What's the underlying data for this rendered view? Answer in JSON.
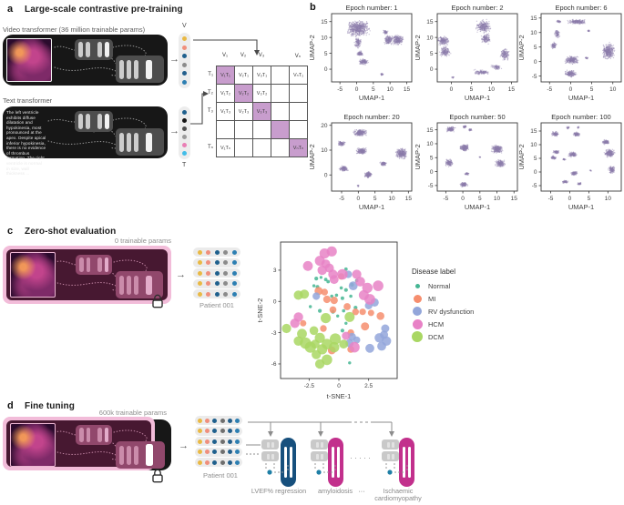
{
  "panels": {
    "a": {
      "tag": "a",
      "title": "Large-scale contrastive pre-training",
      "video_transformer_label": "Video transformer (36 million trainable params)",
      "text_transformer_label": "Text transformer",
      "report_text": "The left ventricle exhibits diffuse dilatation and hypokinesia, most pronounced at the apex. Despite apical inferior hypokinesia, there is no evidence of thrombus formation. The right ventricle is normal in size, wall thickness ...",
      "arrow_glyph": "→",
      "v_axis_label": "V",
      "t_axis_label": "T",
      "v_dots": [
        "#e9b944",
        "#f08f7c",
        "#1f608d",
        "#8b8b8b",
        "#235f8c",
        "#2d7fb2"
      ],
      "t_dots": [
        "#1f608d",
        "#141414",
        "#4f4f4f",
        "#9a9a9a",
        "#e97fb5",
        "#43bde8"
      ],
      "matrix": {
        "highlight": "#c89dcd",
        "col_labels": [
          "V₁",
          "V₂",
          "V₃",
          "",
          "Vₙ"
        ],
        "row_labels": [
          "T₁",
          "T₂",
          "T₃",
          "",
          "Tₙ"
        ],
        "cells": [
          [
            "V₁T₁",
            "V₂T₁",
            "V₃T₁",
            "",
            "VₙT₁"
          ],
          [
            "V₁T₂",
            "V₂T₂",
            "V₃T₂",
            "",
            ""
          ],
          [
            "V₁T₃",
            "V₂T₃",
            "V₃T₃",
            "",
            ""
          ],
          [
            "",
            "",
            "",
            "",
            ""
          ],
          [
            "V₁Tₙ",
            "",
            "",
            "",
            "VₙTₙ"
          ]
        ]
      }
    },
    "b": {
      "tag": "b"
    },
    "c": {
      "tag": "c",
      "title": "Zero-shot evaluation",
      "params_label": "0 trainable params",
      "arrow_glyph": "→",
      "patient_label": "Patient 001",
      "pill_rows": 5,
      "dot_colors": [
        "#e9b944",
        "#f08f7c",
        "#1f608d",
        "#8b8b8b",
        "#2d7fb2"
      ]
    },
    "d": {
      "tag": "d",
      "title": "Fine tuning",
      "params_label": "600k trainable params",
      "arrow_glyph": "→",
      "patient_label": "Patient 001",
      "pill_rows": 5,
      "dot_colors": [
        "#e9b944",
        "#f08f7c",
        "#1f608d",
        "#6e6e6e",
        "#235f8c",
        "#2d7fb2"
      ],
      "heads": [
        {
          "label": "LVEF% regression",
          "color": "#17507d"
        },
        {
          "label": "amyloidosis",
          "color": "#c2308c"
        },
        {
          "label": "Ischaemic cardiomyopathy",
          "color": "#c2308c"
        }
      ],
      "label_separator": "···",
      "dots_separator": "·····"
    }
  },
  "chart_data": [
    {
      "id": "umap1",
      "type": "scatter",
      "title": "Epoch number: 1",
      "xlabel": "UMAP-1",
      "ylabel": "UMAP-2",
      "xlim": [
        -7.5,
        16.5
      ],
      "ylim": [
        -4,
        17.5
      ],
      "xticks": [
        -5,
        0,
        5,
        10,
        15
      ],
      "yticks": [
        0,
        5,
        10,
        15
      ],
      "point_color": "#8b7cab",
      "clusters": [
        [
          0.5,
          12.8,
          3.8,
          2.8,
          650
        ],
        [
          0.3,
          8.5,
          1.2,
          2.0,
          130
        ],
        [
          1.0,
          4.9,
          1.2,
          0.9,
          90
        ],
        [
          2.0,
          2.3,
          1.6,
          1.1,
          150
        ],
        [
          8.7,
          11.7,
          0.9,
          0.8,
          60
        ],
        [
          9.6,
          9.3,
          1.4,
          1.5,
          190
        ],
        [
          12.3,
          9.2,
          1.9,
          1.8,
          280
        ],
        [
          7.6,
          -1.6,
          0.5,
          0.4,
          25
        ]
      ]
    },
    {
      "id": "umap2",
      "type": "scatter",
      "title": "Epoch number: 2",
      "xlabel": "UMAP-1",
      "ylabel": "UMAP-2",
      "xlim": [
        -3.5,
        16.5
      ],
      "ylim": [
        -4,
        17.5
      ],
      "xticks": [
        0,
        5,
        10,
        15
      ],
      "yticks": [
        0,
        5,
        10,
        15
      ],
      "point_color": "#8b7cab",
      "clusters": [
        [
          -2.0,
          9.0,
          1.6,
          1.6,
          210
        ],
        [
          -1.6,
          5.6,
          1.5,
          1.8,
          190
        ],
        [
          8.0,
          13.5,
          2.0,
          2.1,
          300
        ],
        [
          8.6,
          9.6,
          1.3,
          1.8,
          160
        ],
        [
          13.3,
          4.6,
          1.2,
          2.1,
          170
        ],
        [
          7.5,
          -1.0,
          2.4,
          0.9,
          130
        ],
        [
          11.3,
          0.6,
          1.4,
          1.0,
          80
        ],
        [
          0.4,
          -2.6,
          0.4,
          0.3,
          15
        ]
      ]
    },
    {
      "id": "umap3",
      "type": "scatter",
      "title": "Epoch number: 6",
      "xlabel": "UMAP-1",
      "ylabel": "UMAP-2",
      "xlim": [
        -7,
        12
      ],
      "ylim": [
        -7,
        16.5
      ],
      "xticks": [
        -5,
        0,
        5,
        10
      ],
      "yticks": [
        -5,
        0,
        5,
        10,
        15
      ],
      "point_color": "#8b7cab",
      "clusters": [
        [
          1.5,
          13.7,
          2.4,
          0.9,
          230
        ],
        [
          -2.8,
          13.8,
          0.6,
          0.5,
          40
        ],
        [
          -3.2,
          9.5,
          0.7,
          1.6,
          90
        ],
        [
          -4.0,
          5.5,
          0.8,
          1.2,
          80
        ],
        [
          4.3,
          10.6,
          0.4,
          0.4,
          20
        ],
        [
          9.0,
          3.5,
          1.6,
          3.1,
          400
        ],
        [
          0.3,
          0.6,
          1.7,
          1.5,
          280
        ],
        [
          0.0,
          -4.2,
          1.5,
          1.2,
          210
        ],
        [
          3.8,
          1.2,
          0.5,
          0.4,
          25
        ]
      ]
    },
    {
      "id": "umap4",
      "type": "scatter",
      "title": "Epoch number: 20",
      "xlabel": "UMAP-1",
      "ylabel": "UMAP-2",
      "xlim": [
        -8,
        16
      ],
      "ylim": [
        -6.5,
        21
      ],
      "xticks": [
        -5,
        0,
        5,
        10,
        15
      ],
      "yticks": [
        0,
        10,
        20
      ],
      "point_color": "#8b7cab",
      "clusters": [
        [
          0.5,
          17.0,
          2.2,
          1.6,
          280
        ],
        [
          -5.0,
          12.6,
          1.2,
          1.2,
          130
        ],
        [
          1.0,
          9.6,
          1.7,
          1.5,
          230
        ],
        [
          13.0,
          8.6,
          1.9,
          2.3,
          340
        ],
        [
          7.5,
          4.6,
          1.1,
          1.0,
          110
        ],
        [
          -4.5,
          2.6,
          1.4,
          1.3,
          160
        ],
        [
          3.0,
          0.0,
          1.2,
          1.4,
          170
        ],
        [
          0.0,
          -4.4,
          0.3,
          0.6,
          12
        ]
      ]
    },
    {
      "id": "umap5",
      "type": "scatter",
      "title": "Epoch number: 50",
      "xlabel": "UMAP-1",
      "ylabel": "UMAP-2",
      "xlim": [
        -7.5,
        16
      ],
      "ylim": [
        -7,
        17.5
      ],
      "xticks": [
        -5,
        0,
        5,
        10,
        15
      ],
      "yticks": [
        -5,
        0,
        5,
        10,
        15
      ],
      "point_color": "#8b7cab",
      "clusters": [
        [
          -3.6,
          15.2,
          1.5,
          1.1,
          170
        ],
        [
          0.5,
          16.1,
          0.7,
          0.6,
          50
        ],
        [
          2.1,
          15.0,
          0.6,
          0.5,
          40
        ],
        [
          0.5,
          8.6,
          1.5,
          1.4,
          210
        ],
        [
          10.0,
          8.1,
          1.9,
          1.7,
          280
        ],
        [
          11.0,
          2.9,
          1.6,
          1.4,
          190
        ],
        [
          -4.1,
          3.1,
          1.3,
          1.5,
          160
        ],
        [
          1.2,
          -0.8,
          0.7,
          0.6,
          50
        ],
        [
          0.3,
          -4.6,
          1.2,
          1.0,
          130
        ],
        [
          5.0,
          5.2,
          0.3,
          0.3,
          10
        ]
      ]
    },
    {
      "id": "umap6",
      "type": "scatter",
      "title": "Epoch number: 100",
      "xlabel": "UMAP-1",
      "ylabel": "UMAP-2",
      "xlim": [
        -7.5,
        13.5
      ],
      "ylim": [
        -7,
        18
      ],
      "xticks": [
        -5,
        0,
        5,
        10
      ],
      "yticks": [
        -5,
        0,
        5,
        10,
        15
      ],
      "point_color": "#8b7cab",
      "clusters": [
        [
          -0.5,
          16.2,
          0.5,
          0.5,
          30
        ],
        [
          2.2,
          16.3,
          0.4,
          0.4,
          20
        ],
        [
          -3.8,
          13.9,
          1.0,
          0.9,
          120
        ],
        [
          1.8,
          13.8,
          1.0,
          0.9,
          120
        ],
        [
          -3.5,
          7.3,
          0.9,
          0.8,
          90
        ],
        [
          -4.3,
          5.2,
          0.8,
          0.8,
          75
        ],
        [
          0.8,
          6.4,
          1.2,
          1.1,
          160
        ],
        [
          -1.5,
          4.6,
          0.5,
          0.4,
          25
        ],
        [
          9.5,
          10.9,
          1.1,
          0.9,
          120
        ],
        [
          10.5,
          6.9,
          1.5,
          1.6,
          240
        ],
        [
          11.0,
          0.9,
          1.0,
          1.6,
          140
        ],
        [
          1.2,
          -0.5,
          0.9,
          0.8,
          100
        ],
        [
          -1.2,
          -3.6,
          0.8,
          0.7,
          75
        ],
        [
          2.5,
          -4.3,
          0.6,
          0.5,
          45
        ],
        [
          5.5,
          0.5,
          0.3,
          0.3,
          10
        ]
      ]
    },
    {
      "id": "tsne",
      "type": "scatter",
      "title": "",
      "xlabel": "t-SNE-1",
      "ylabel": "t-SNE-2",
      "xlim": [
        -4.9,
        4.9
      ],
      "ylim": [
        -7.4,
        5.7
      ],
      "xticks": [
        -2.5,
        0,
        2.5
      ],
      "yticks": [
        -6,
        -3,
        0,
        3
      ],
      "legend_title": "Disease label",
      "series": [
        {
          "name": "Normal",
          "color": "#45b693",
          "size": 1.9,
          "legend_dot": 5,
          "points": [
            [
              -1.9,
              2.2
            ],
            [
              -1.5,
              2.3
            ],
            [
              -1.1,
              2.1
            ],
            [
              -0.9,
              1.9
            ],
            [
              0.6,
              3.1
            ],
            [
              1.5,
              2.0
            ],
            [
              -2.1,
              1.5
            ],
            [
              -1.8,
              1.4
            ],
            [
              0.2,
              1.3
            ],
            [
              0.6,
              1.1
            ],
            [
              1.1,
              1.6
            ],
            [
              -0.2,
              0.6
            ],
            [
              -0.6,
              0.5
            ],
            [
              0.3,
              0.3
            ],
            [
              1.0,
              0.5
            ],
            [
              -2.4,
              -0.5
            ],
            [
              -1.6,
              -0.9
            ],
            [
              -0.5,
              -1.0
            ],
            [
              0.4,
              -0.9
            ],
            [
              -0.1,
              -1.4
            ],
            [
              0.6,
              -2.1
            ],
            [
              0.3,
              -2.8
            ],
            [
              0.9,
              -5.9
            ],
            [
              1.4,
              -0.6
            ]
          ]
        },
        {
          "name": "MI",
          "color": "#f68e6e",
          "size": 4,
          "legend_dot": 9,
          "points": [
            [
              0.2,
              2.4
            ],
            [
              -1.7,
              1.0
            ],
            [
              -1.2,
              0.9
            ],
            [
              -1.0,
              0.2
            ],
            [
              -0.4,
              0.1
            ],
            [
              -0.5,
              -0.8
            ],
            [
              0.7,
              -0.5
            ],
            [
              1.4,
              -1.0
            ],
            [
              2.0,
              -1.0
            ],
            [
              2.7,
              -1.1
            ],
            [
              3.5,
              -1.4
            ],
            [
              2.2,
              -2.4
            ],
            [
              1.0,
              -3.0
            ],
            [
              -1.3,
              -2.6
            ],
            [
              -3.0,
              -2.1
            ],
            [
              1.0,
              -4.6
            ],
            [
              -0.6,
              -4.7
            ]
          ]
        },
        {
          "name": "RV dysfunction",
          "color": "#93a6da",
          "size": 4.6,
          "legend_dot": 10,
          "points": [
            [
              0.8,
              2.6
            ],
            [
              1.2,
              1.5
            ],
            [
              -1.9,
              0.5
            ],
            [
              2.5,
              -0.4
            ],
            [
              3.0,
              -0.1
            ],
            [
              1.1,
              -3.4
            ],
            [
              1.5,
              -3.7
            ],
            [
              3.4,
              -3.5
            ],
            [
              3.8,
              -3.2
            ],
            [
              4.0,
              -3.8
            ],
            [
              3.6,
              -4.3
            ],
            [
              2.6,
              -4.5
            ],
            [
              3.9,
              -2.6
            ],
            [
              0.9,
              -4.0
            ]
          ]
        },
        {
          "name": "HCM",
          "color": "#e882c6",
          "size": 5.2,
          "legend_dot": 11,
          "points": [
            [
              -1.2,
              4.6
            ],
            [
              -0.6,
              4.8
            ],
            [
              -1.6,
              3.9
            ],
            [
              -2.6,
              3.4
            ],
            [
              -1.1,
              3.6
            ],
            [
              -0.8,
              3.2
            ],
            [
              -1.4,
              3.0
            ],
            [
              -0.5,
              2.6
            ],
            [
              0.3,
              2.6
            ],
            [
              -0.4,
              2.1
            ],
            [
              1.5,
              2.6
            ],
            [
              1.8,
              1.9
            ],
            [
              2.4,
              1.3
            ],
            [
              2.1,
              0.6
            ],
            [
              3.3,
              1.5
            ],
            [
              2.6,
              0.2
            ],
            [
              -3.4,
              -1.5
            ],
            [
              -3.7,
              -2.1
            ],
            [
              0.6,
              -3.3
            ],
            [
              1.3,
              -4.4
            ]
          ]
        },
        {
          "name": "DCM",
          "color": "#a9d763",
          "size": 5.6,
          "legend_dot": 12,
          "points": [
            [
              -3.4,
              0.6
            ],
            [
              -2.9,
              0.7
            ],
            [
              -4.4,
              -2.6
            ],
            [
              -3.1,
              -3.1
            ],
            [
              -3.4,
              -3.8
            ],
            [
              -2.8,
              -4.0
            ],
            [
              -2.4,
              -4.4
            ],
            [
              -2.0,
              -4.1
            ],
            [
              -1.6,
              -3.5
            ],
            [
              -1.4,
              -4.6
            ],
            [
              -1.0,
              -4.1
            ],
            [
              -1.9,
              -5.1
            ],
            [
              -1.0,
              -5.6
            ],
            [
              -2.1,
              -2.8
            ],
            [
              -0.4,
              -4.4
            ],
            [
              0.4,
              -4.1
            ],
            [
              -1.6,
              -6.0
            ],
            [
              0.9,
              -1.5
            ],
            [
              -1.1,
              -1.6
            ],
            [
              -0.3,
              -3.6
            ]
          ]
        }
      ]
    }
  ]
}
